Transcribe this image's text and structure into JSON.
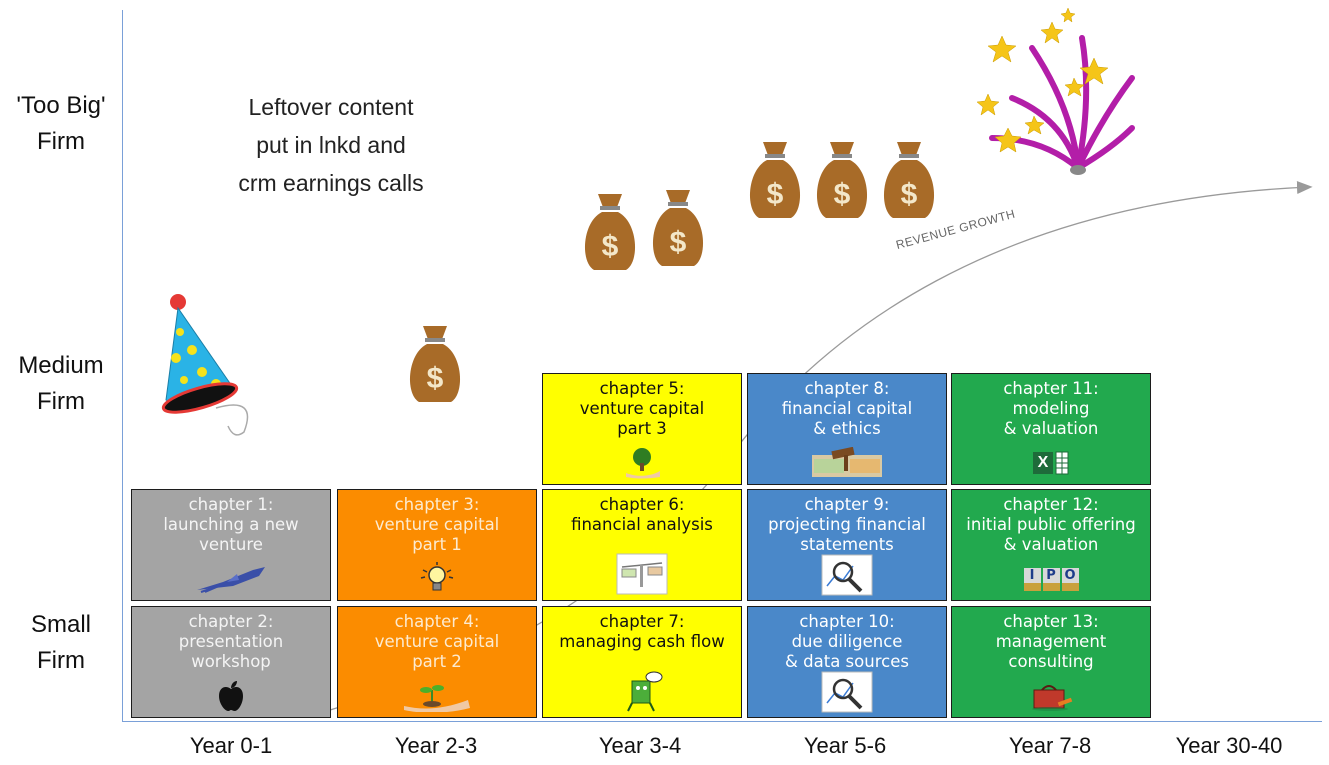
{
  "y_axis": {
    "top_label": "'Too Big'\nFirm",
    "middle_label": "Medium\nFirm",
    "bottom_label": "Small\nFirm"
  },
  "x_axis": {
    "labels": [
      "Year 0-1",
      "Year 2-3",
      "Year 3-4",
      "Year 5-6",
      "Year 7-8",
      "Year 30-40"
    ]
  },
  "note_text": "Leftover content put in lnkd and crm earnings calls",
  "growth_label": "REVENUE GROWTH",
  "chapters": [
    {
      "text": "chapter 1:\nlaunching a new\nventure",
      "icon": "rocket-icon",
      "color": "#a4a4a4"
    },
    {
      "text": "chapter 2:\npresentation\nworkshop",
      "icon": "apple-icon",
      "color": "#a4a4a4"
    },
    {
      "text": "chapter 3:\nventure capital\npart 1",
      "icon": "lightbulb-icon",
      "color": "#fb8c00"
    },
    {
      "text": "chapter 4:\nventure capital\npart 2",
      "icon": "seedling-hand-icon",
      "color": "#fb8c00"
    },
    {
      "text": "chapter 5:\nventure capital\npart 3",
      "icon": "tree-hand-icon",
      "color": "#ffff00"
    },
    {
      "text": "chapter 6:\nfinancial analysis",
      "icon": "balance-scale-icon",
      "color": "#ffff00"
    },
    {
      "text": "chapter 7:\nmanaging cash flow",
      "icon": "money-character-icon",
      "color": "#ffff00"
    },
    {
      "text": "chapter 8:\nfinancial capital\n& ethics",
      "icon": "gavel-money-icon",
      "color": "#4a88c9"
    },
    {
      "text": "chapter 9:\nprojecting financial\nstatements",
      "icon": "magnifier-chart-icon",
      "color": "#4a88c9"
    },
    {
      "text": "chapter 10:\ndue diligence\n& data sources",
      "icon": "magnifier-chart-icon",
      "color": "#4a88c9"
    },
    {
      "text": "chapter 11:\nmodeling\n& valuation",
      "icon": "excel-icon",
      "color": "#22a94e"
    },
    {
      "text": "chapter 12:\ninitial public offering\n& valuation",
      "icon": "ipo-coins-icon",
      "color": "#22a94e"
    },
    {
      "text": "chapter 13:\nmanagement\nconsulting",
      "icon": "toolbox-icon",
      "color": "#22a94e"
    }
  ],
  "excel_letter": "X",
  "ipo_letters": [
    "I",
    "P",
    "O"
  ],
  "money_symbol": "$"
}
